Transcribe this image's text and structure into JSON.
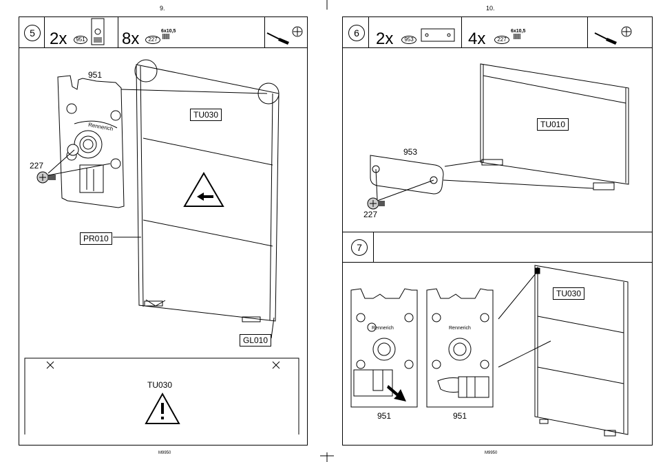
{
  "pages": {
    "left": {
      "page_number": "9.",
      "footer_code": "M9950",
      "step": {
        "number": "5",
        "qty1": "2x",
        "part1": "951",
        "qty2": "8x",
        "part2": "227",
        "spec2": "6x10,5"
      },
      "labels": {
        "part_951": "951",
        "part_227": "227",
        "brand": "Rennerich",
        "panel": "TU030",
        "side": "PR010",
        "glide": "GL010"
      },
      "warning": {
        "label": "TU030"
      }
    },
    "right": {
      "page_number": "10.",
      "footer_code": "M9950",
      "step6": {
        "number": "6",
        "qty1": "2x",
        "part1": "953",
        "qty2": "4x",
        "part2": "227",
        "spec2": "6x10,5"
      },
      "step6_labels": {
        "panel": "TU010",
        "plate": "953",
        "screw": "227"
      },
      "step7": {
        "number": "7"
      },
      "step7_labels": {
        "brand_a": "Rennerich",
        "brand_b": "Rennerich",
        "part_a": "951",
        "part_b": "951",
        "panel": "TU030"
      }
    }
  },
  "icons": [
    "screwdriver-icon",
    "phillips-head-icon",
    "screw-icon",
    "warning-arrow-icon",
    "warning-exclamation-icon"
  ]
}
